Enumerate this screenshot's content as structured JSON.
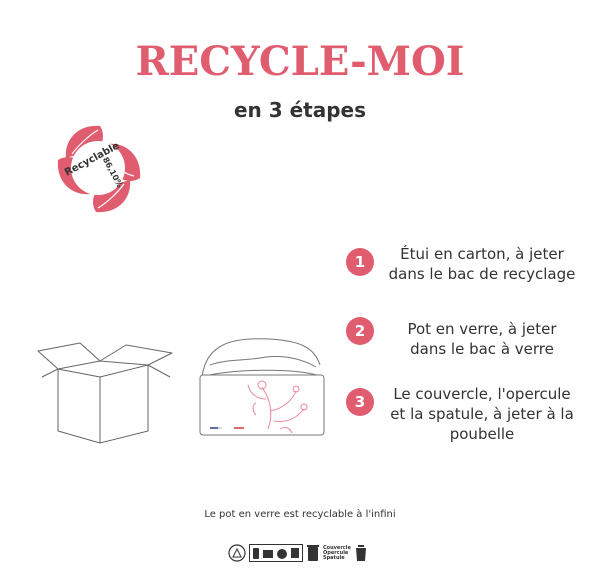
{
  "header": {
    "title": "RECYCLE-MOI",
    "subtitle": "en 3 étapes"
  },
  "badge": {
    "label": "Recyclable",
    "percent": "86,10%",
    "icon": "recycle-leaves-icon",
    "color": "#e05d70"
  },
  "steps": [
    {
      "number": "1",
      "lines": [
        "Étui en carton, à jeter",
        "dans le bac de recyclage"
      ]
    },
    {
      "number": "2",
      "lines": [
        "Pot en verre, à jeter",
        "dans le bac à verre"
      ]
    },
    {
      "number": "3",
      "lines": [
        "Le couvercle, l'opercule",
        "et la spatule, à jeter à la",
        "poubelle"
      ]
    }
  ],
  "illustrations": {
    "box_icon": "cardboard-box-icon",
    "jar_icon": "cream-jar-icon"
  },
  "footer": {
    "text": "Le pot en verre est recyclable à l'infini"
  },
  "pictos": {
    "triman_icon": "triman-icon",
    "lines": [
      "Couvercle",
      "Opercule",
      "Spatule"
    ]
  }
}
